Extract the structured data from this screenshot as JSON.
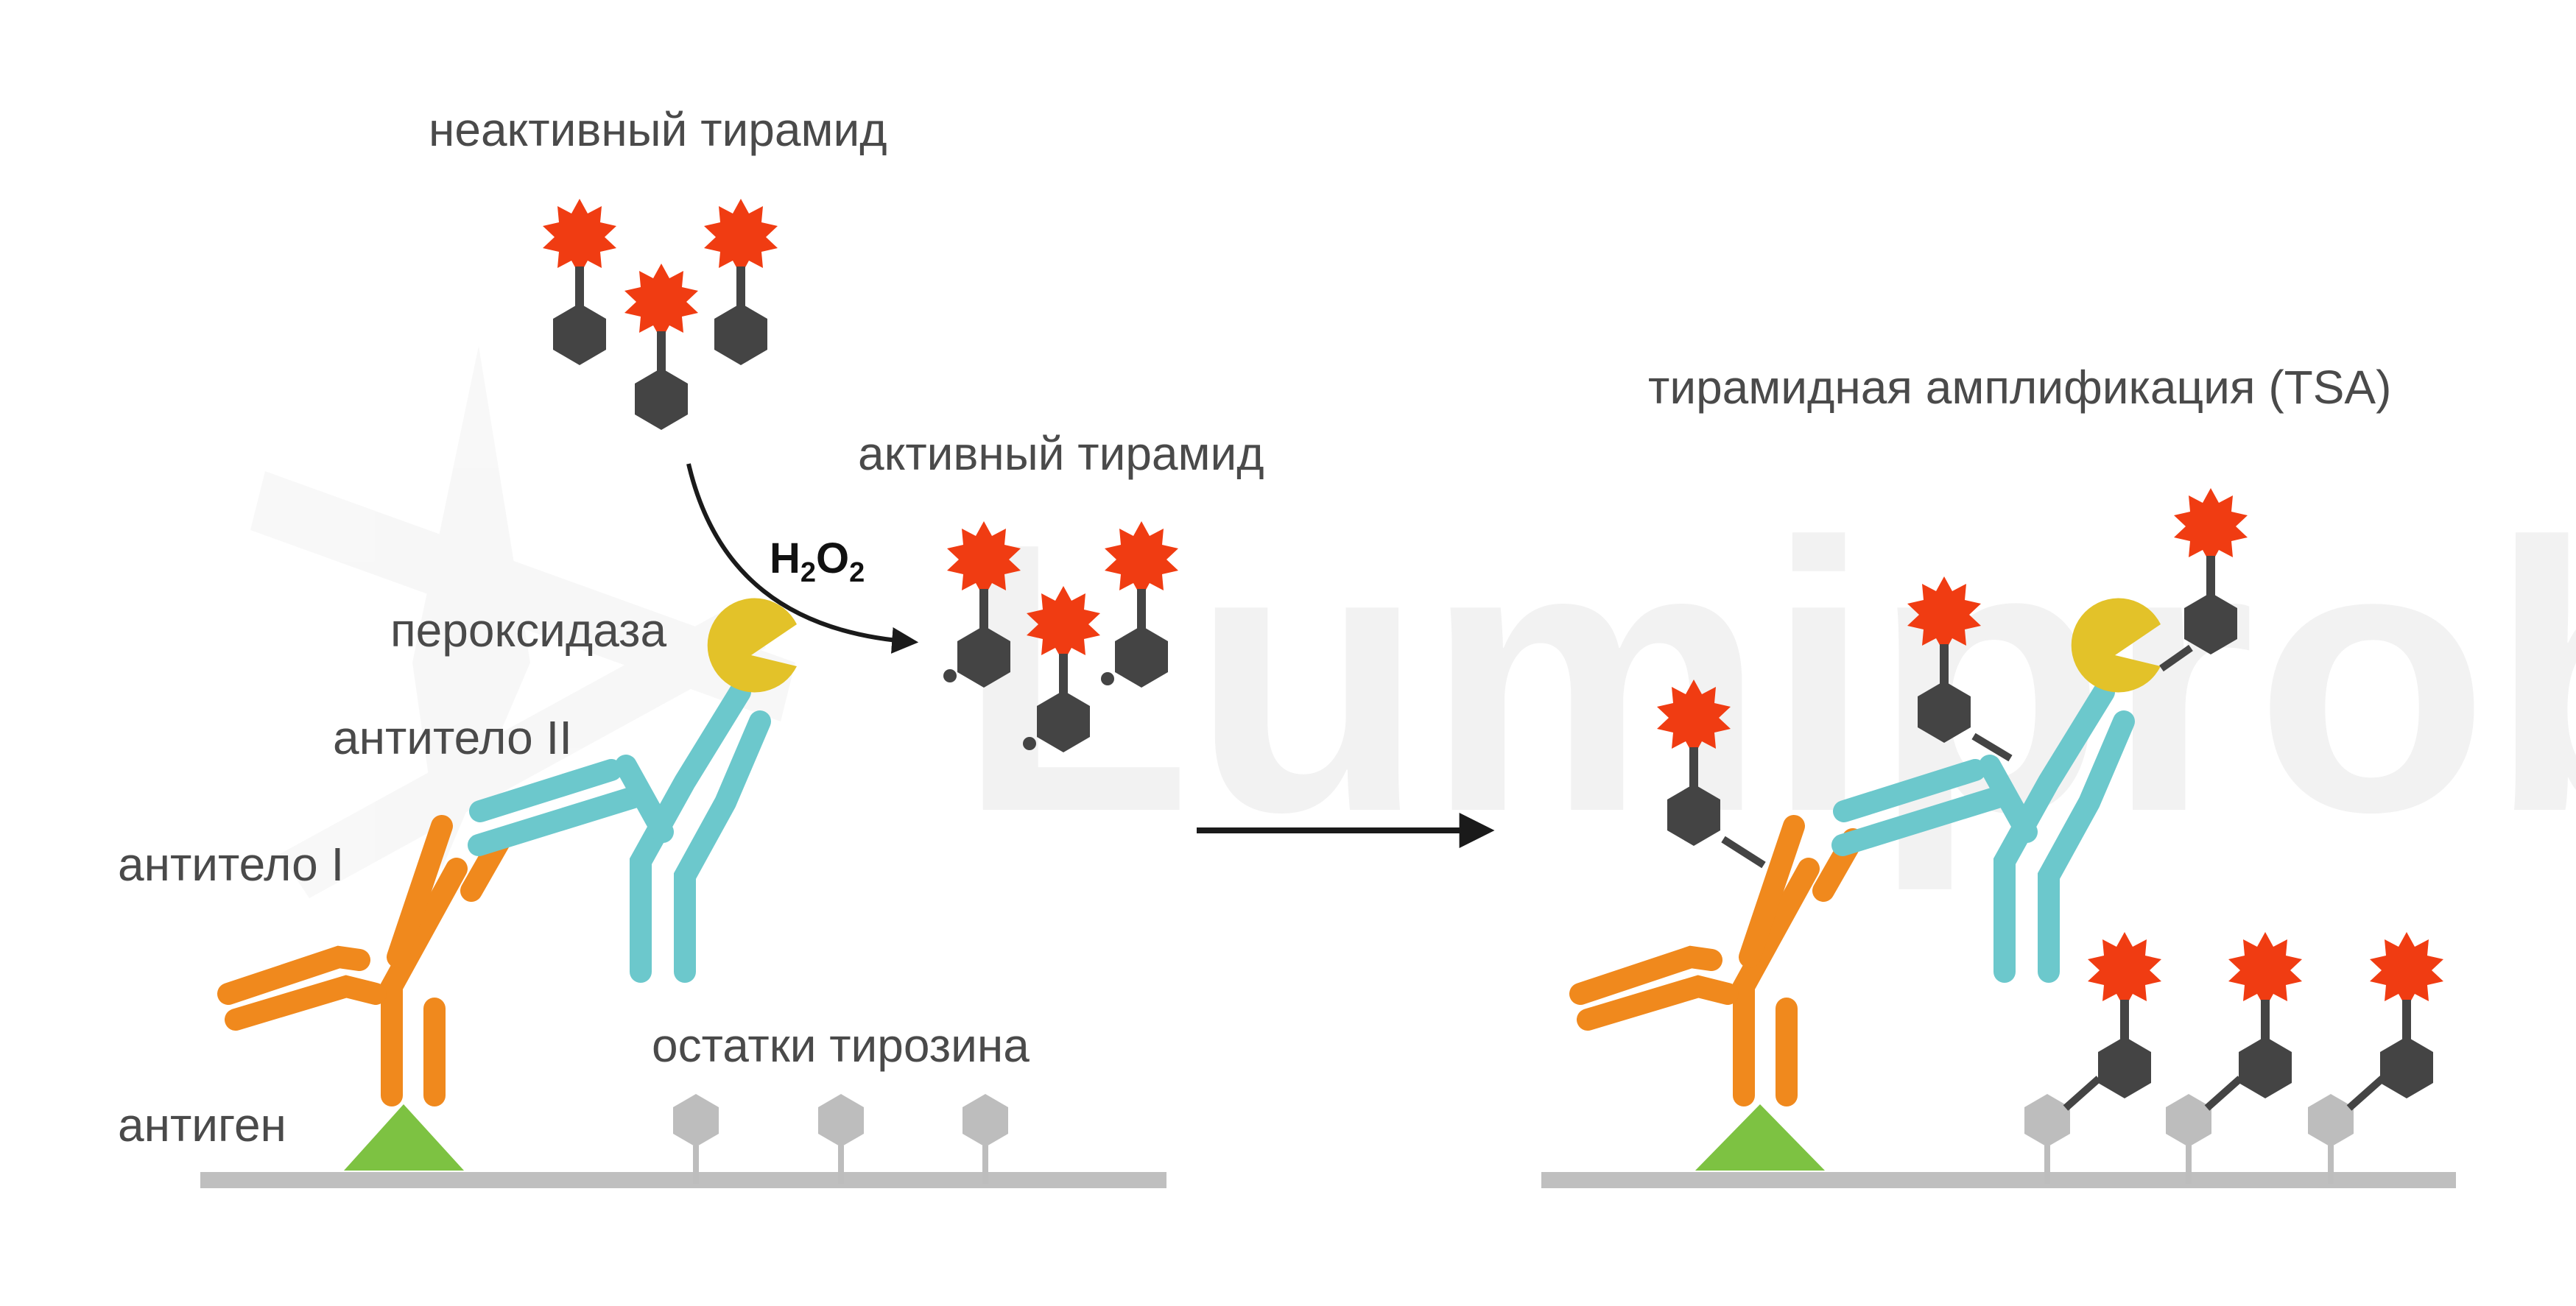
{
  "labels": {
    "inactive_tyramide": "неактивный тирамид",
    "active_tyramide": "активный тирамид",
    "peroxidase": "пероксидаза",
    "antibody_2": "антитело II",
    "antibody_1": "антитело I",
    "antigen": "антиген",
    "tyrosine_residues": "остатки тирозина",
    "tsa": "тирамидная амплификация (TSA)"
  },
  "reagent": {
    "h": "H",
    "sub1": "2",
    "o": "O",
    "sub2": "2"
  },
  "watermark": "Lumiprobe",
  "colors": {
    "fluorophore": "#f03c12",
    "tyramide": "#444444",
    "tyrosine": "#bdbdbd",
    "antibody_1": "#f0891d",
    "antibody_2": "#6cc8cc",
    "peroxidase": "#e3c229",
    "antigen": "#7dc242",
    "surface": "#bfbfbf",
    "arrow": "#1a1a1a"
  }
}
